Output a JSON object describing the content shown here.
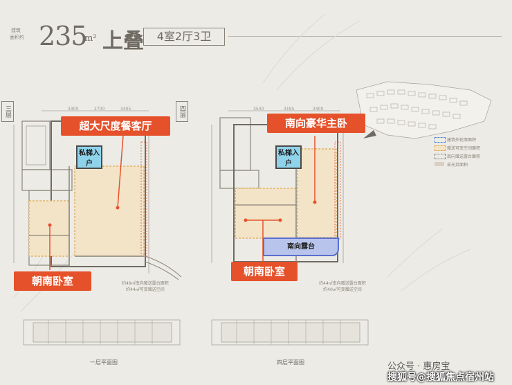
{
  "header": {
    "small_label_1": "建筑",
    "small_label_2": "面积约",
    "area": "235",
    "unit": "m²",
    "type": "上叠",
    "rooms": "4室2厅3卫"
  },
  "plans": [
    {
      "floor_tag": "三层",
      "callouts": [
        "超大尺度餐客厅",
        "朝南卧室"
      ],
      "lift_label": "私梯入户",
      "top_dims": [
        "3300",
        "2700",
        "3405"
      ],
      "note_1": "约49㎡南向赠送露台面积",
      "note_2": "约44㎡可变赠送空间"
    },
    {
      "floor_tag": "四层",
      "callouts": [
        "南向豪华主卧",
        "朝南卧室"
      ],
      "lift_label": "私梯入户",
      "terrace_label": "南向露台",
      "top_dims": [
        "3530",
        "3195",
        "3400"
      ],
      "note_1": "约44㎡南向赠送露台面积",
      "note_2": "约40㎡可变赠送空间"
    }
  ],
  "legend": [
    "建筑外轮廓面积",
    "赠送可变空间面积",
    "南向赠送露台面积",
    "采光井面积"
  ],
  "bottom_titles": [
    "一层平面图",
    "四层平面图"
  ],
  "watermarks": {
    "wechat": "公众号 · 惠房宝",
    "sohu": "搜狐号@搜狐焦点宿州站"
  },
  "colors": {
    "callout": "#e5512a",
    "lift": "#8fd3ea",
    "terrace": "#b9c4ec"
  }
}
